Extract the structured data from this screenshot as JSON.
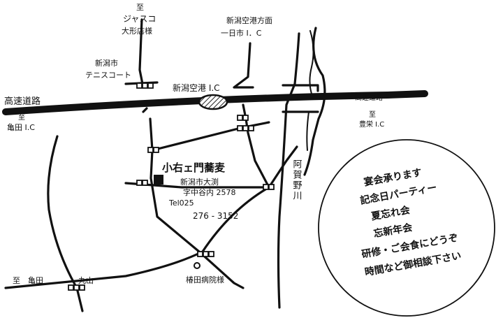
{
  "labels": {
    "jasco_to": "至",
    "jasco_name": "ジャスコ",
    "jasco_branch": "大形店様",
    "airport_dir": "新潟空港方面",
    "ichinichi_ic": "一日市 I．C",
    "niigata_city": "新潟市",
    "tennis_court": "テニスコート",
    "airport_ic": "新潟空港 I.C",
    "expressway_left": "高速道路",
    "expressway_right": "高速道路",
    "kameda_ic_to": "至",
    "kameda_ic": "亀田 I.C",
    "toyosaka_ic_to": "至",
    "toyosaka_ic": "豊栄 I.C",
    "river": "阿賀野川",
    "kameda_bottom": "至　亀田",
    "maruyama": "丸山",
    "hospital": "椿田病院様"
  },
  "restaurant": {
    "name": "小右ェ門蕎麦",
    "address_line1": "新潟市大渕",
    "address_line2": "字中谷内 2578",
    "tel_line1": "Tel025",
    "tel_line2": "276 - 3152"
  },
  "promo": {
    "lines": [
      "宴会承ります",
      "記念日パーティー",
      "夏忘れ会",
      "忘新年会",
      "研修・ご会食にどうぞ",
      "時間など御相談下さい"
    ]
  },
  "colors": {
    "ink": "#111111",
    "paper": "#ffffff",
    "hatch": "#888888"
  }
}
